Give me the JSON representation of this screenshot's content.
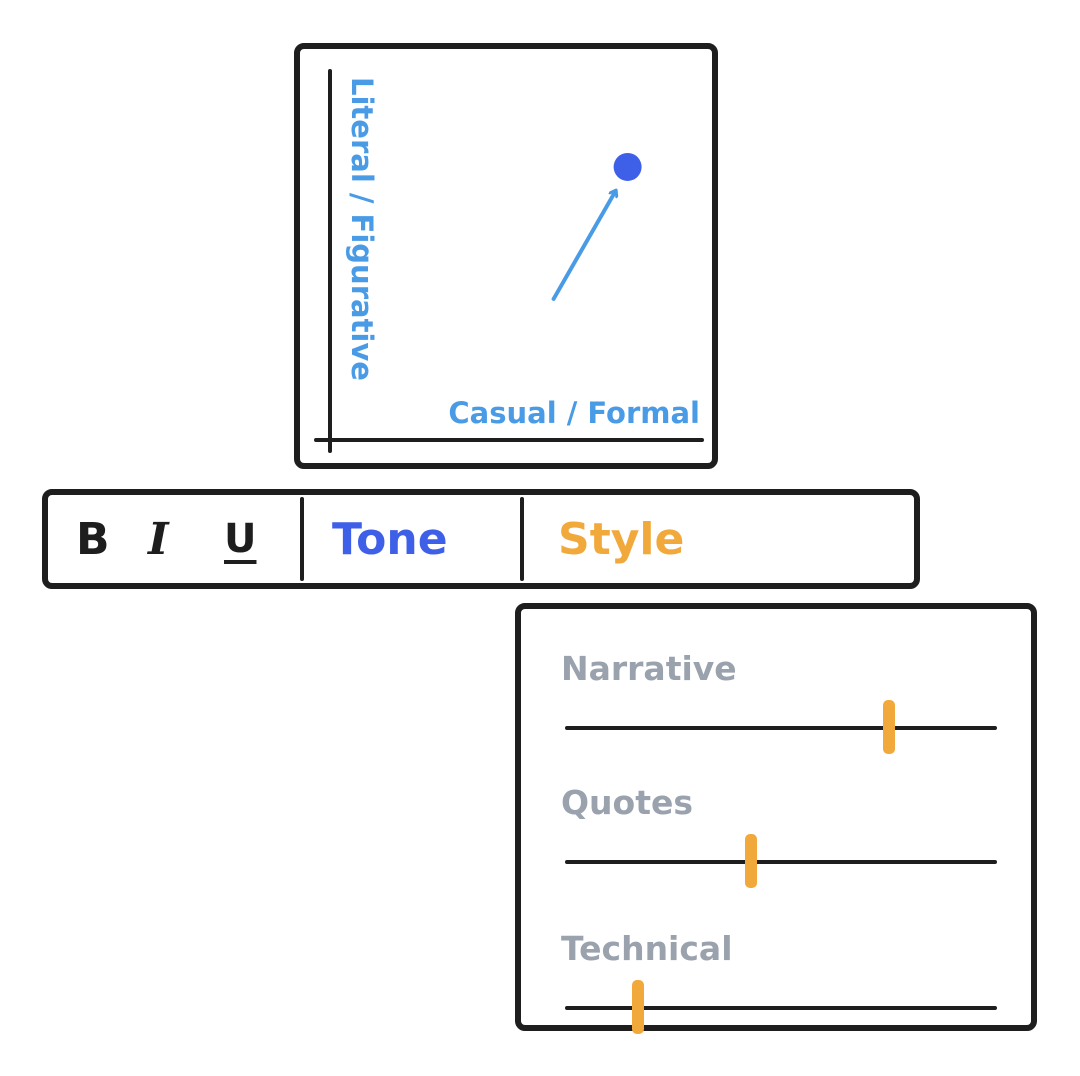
{
  "tone_pad": {
    "y_axis_label": "Literal / Figurative",
    "x_axis_label": "Casual / Formal",
    "point": {
      "formal": 0.8,
      "figurative": 0.74
    },
    "point_color": "#3e5fe8",
    "arrow_color": "#4a9be6"
  },
  "toolbar": {
    "bold_label": "B",
    "italic_label": "I",
    "underline_label": "U",
    "tone_tab": "Tone",
    "style_tab": "Style"
  },
  "style_panel": {
    "sliders": [
      {
        "label": "Narrative",
        "value": 0.75
      },
      {
        "label": "Quotes",
        "value": 0.43
      },
      {
        "label": "Technical",
        "value": 0.17
      }
    ],
    "thumb_color": "#f2a93b"
  },
  "colors": {
    "ink": "#1e1e1e",
    "accent_blue": "#3e5fe8",
    "light_blue": "#4a9be6",
    "accent_orange": "#f2a93b",
    "muted_gray": "#9aa2ad"
  }
}
